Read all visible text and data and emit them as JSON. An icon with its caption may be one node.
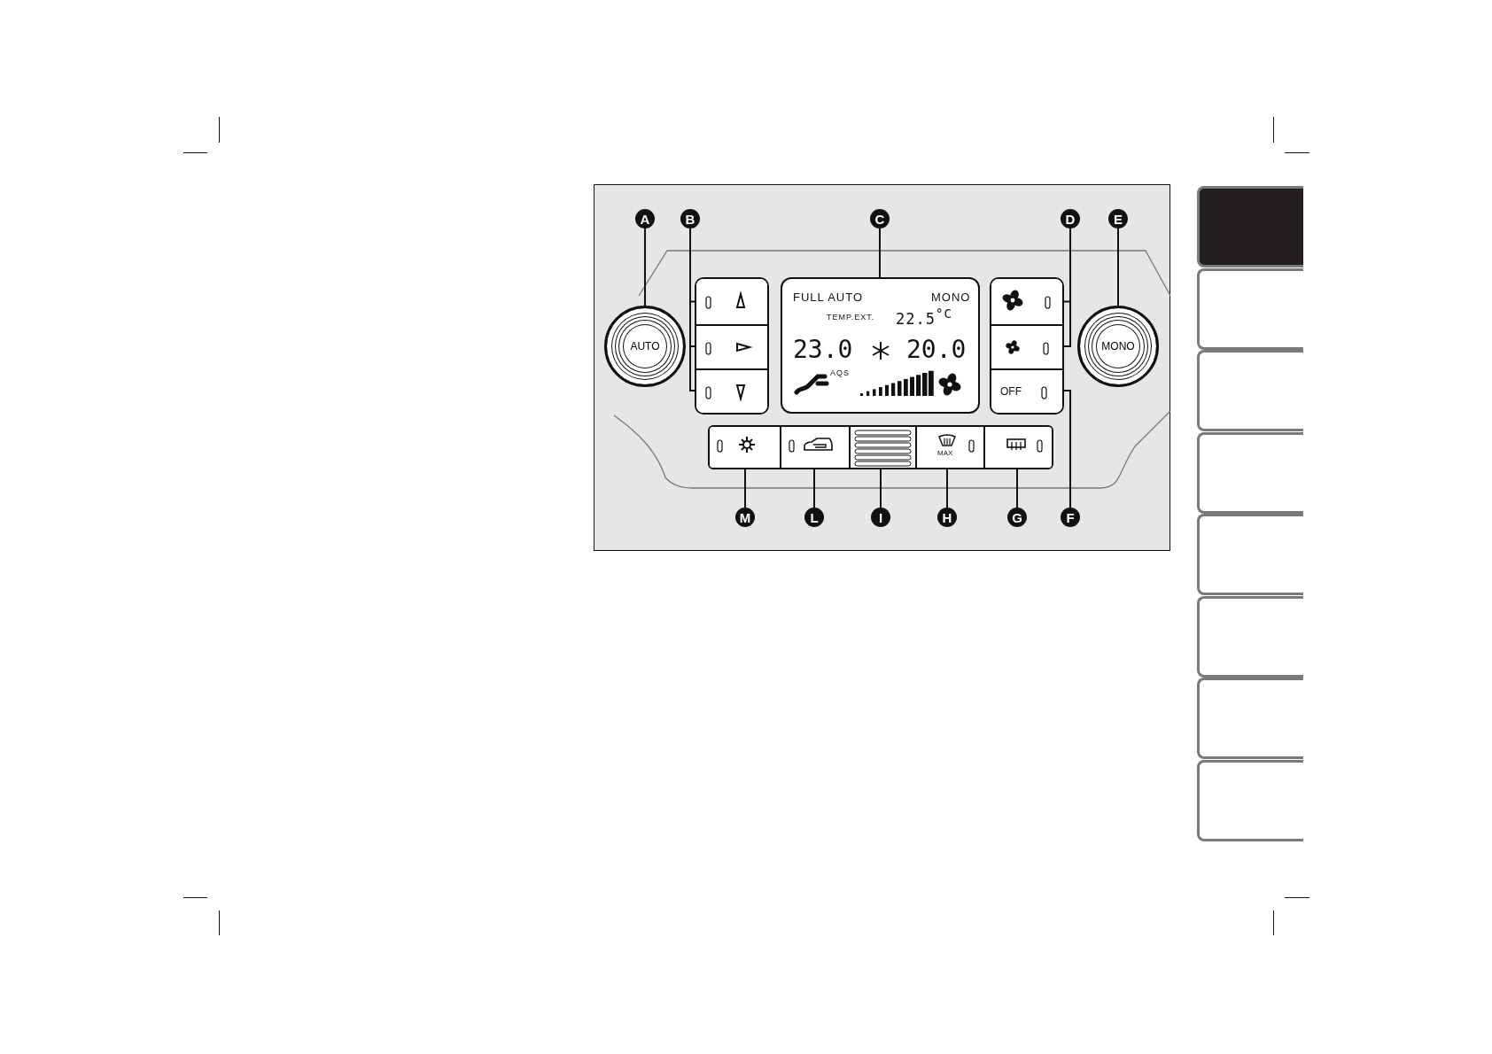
{
  "diagram": {
    "nodes": [
      {
        "text": [
          "A"
        ]
      },
      {
        "text": [
          "B"
        ]
      },
      {
        "text": [
          "C"
        ]
      },
      {
        "text": [
          "D"
        ]
      },
      {
        "text": [
          "E"
        ]
      },
      {
        "text": [
          "AUTO"
        ]
      },
      {
        "text": [],
        "shape": "box"
      },
      {
        "text": [],
        "shape": "box"
      },
      {
        "text": [],
        "shape": "box"
      },
      {
        "text": [
          "FULL AUTO",
          "MONO",
          "TEMP.EXT.",
          "22.5$^{°C}$",
          "23.0",
          "20.0",
          "AQS"
        ]
      },
      {
        "text": [],
        "shape": "box"
      },
      {
        "text": [],
        "shape": "box"
      },
      {
        "text": [
          "MONO"
        ]
      },
      {
        "text": [
          "OFF"
        ]
      },
      {
        "text": [],
        "shape": "box"
      },
      {
        "text": [],
        "shape": "box"
      },
      {
        "text": [],
        "shape": "box"
      },
      {
        "text": [
          "MAX"
        ]
      },
      {
        "text": [],
        "shape": "box"
      },
      {
        "text": [
          "M"
        ]
      },
      {
        "text": [
          "L"
        ]
      },
      {
        "text": [
          "I"
        ]
      },
      {
        "text": [
          "H"
        ]
      },
      {
        "text": [
          "G"
        ]
      },
      {
        "text": [
          "F"
        ]
      }
    ],
    "edges": [
      {
        "from": 0,
        "to": 5,
        "arrow": "none"
      },
      {
        "from": 1,
        "to": 6,
        "arrow": "none"
      },
      {
        "from": 1,
        "to": 7,
        "arrow": "none"
      },
      {
        "from": 1,
        "to": 8,
        "arrow": "none"
      },
      {
        "from": 2,
        "to": 9,
        "arrow": "none"
      },
      {
        "from": 3,
        "to": 10,
        "arrow": "none"
      },
      {
        "from": 3,
        "to": 11,
        "arrow": "none"
      },
      {
        "from": 4,
        "to": 12,
        "arrow": "none"
      },
      {
        "from": 19,
        "to": 14,
        "arrow": "none"
      },
      {
        "from": 20,
        "to": 15,
        "arrow": "none"
      },
      {
        "from": 21,
        "to": 16,
        "arrow": "none"
      },
      {
        "from": 22,
        "to": 17,
        "arrow": "none"
      },
      {
        "from": 23,
        "to": 18,
        "arrow": "none"
      },
      {
        "from": 24,
        "to": 13,
        "arrow": "none"
      }
    ]
  }
}
